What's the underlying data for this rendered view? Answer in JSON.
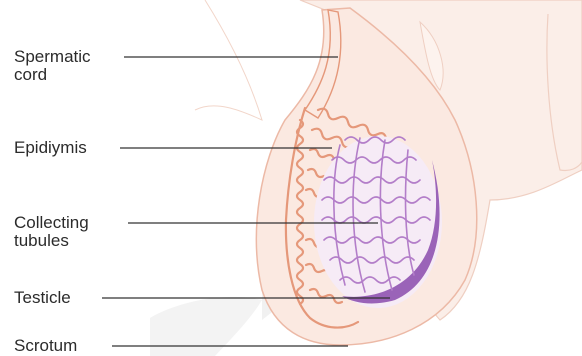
{
  "diagram": {
    "labels": {
      "spermatic_cord": "Spermatic\ncord",
      "epididymis": "Epidiymis",
      "collecting_tubules": "Collecting\ntubules",
      "testicle": "Testicle",
      "scrotum": "Scrotum"
    },
    "colors": {
      "skin_fill": "#fbe9e1",
      "skin_outline": "#ecb9a6",
      "epididymis": "#e5987a",
      "tubules": "#b37ec9",
      "tunica": "#9a63b8",
      "leader_line": "#333333"
    }
  }
}
